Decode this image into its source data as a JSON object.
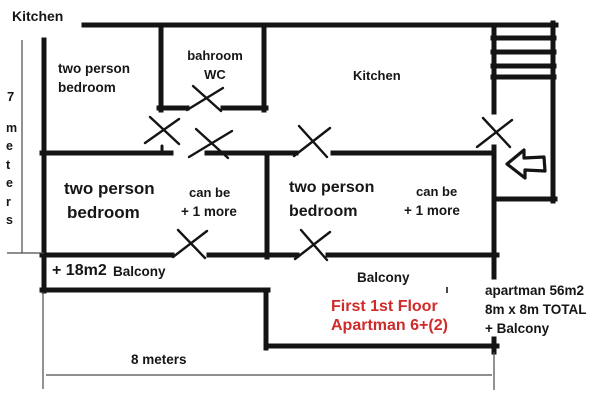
{
  "colors": {
    "wall": "#141414",
    "red_accent": "#d02b2b",
    "dimension_line": "#4a4a4a"
  },
  "plan": {
    "outside_label": "Kitchen",
    "height_dimension": {
      "value": "7",
      "unit_letters": [
        "m",
        "e",
        "t",
        "e",
        "r",
        "s"
      ]
    },
    "width_dimension": "8 meters",
    "rooms": {
      "bedroom_top": {
        "line1": "two person",
        "line2": "bedroom"
      },
      "bathroom": {
        "line1": "bahroom",
        "line2": "WC"
      },
      "kitchen": "Kitchen",
      "bedroom_left": {
        "line1": "two person",
        "line2": "bedroom"
      },
      "bedroom_left_note": {
        "line1": "can be",
        "line2": "+ 1 more"
      },
      "bedroom_mid": {
        "line1": "two person",
        "line2": "bedroom"
      },
      "bedroom_mid_note": {
        "line1": "can be",
        "line2": "+ 1 more"
      },
      "balcony_upper": {
        "size": "+ 18m2",
        "label": "Balcony"
      },
      "balcony_lower": "Balcony"
    },
    "floor_title": {
      "line1": "First 1st Floor",
      "line2": "Apartman 6+(2)"
    },
    "summary": {
      "line1": "apartman 56m2",
      "line2": "8m x 8m TOTAL",
      "line3": "+ Balcony"
    }
  }
}
